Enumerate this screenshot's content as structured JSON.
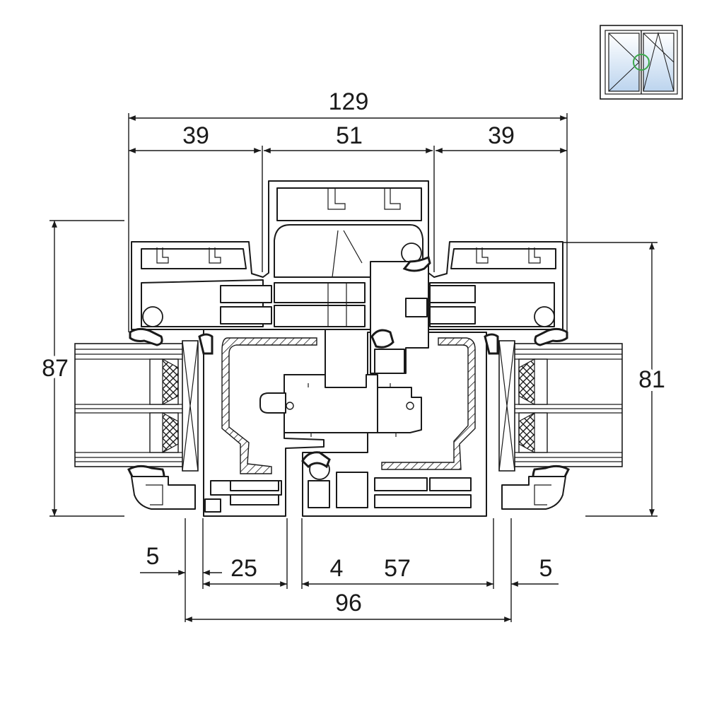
{
  "dimensions": {
    "overall_width": "129",
    "left_frame": "39",
    "center_mullion": "51",
    "right_frame": "39",
    "left_height": "87",
    "right_height": "81",
    "left_edge": "5",
    "left_sash": "25",
    "gap": "4",
    "right_sash": "57",
    "right_edge": "5",
    "total_depth": "96"
  },
  "colors": {
    "line": "#1a1a1a",
    "glass": "#cfd6dc",
    "seal": "#1a1a1a",
    "icon_sky": "#bcd4ee",
    "icon_handle": "#3aa84a"
  },
  "icon": {
    "name": "double-casement-window-icon"
  }
}
